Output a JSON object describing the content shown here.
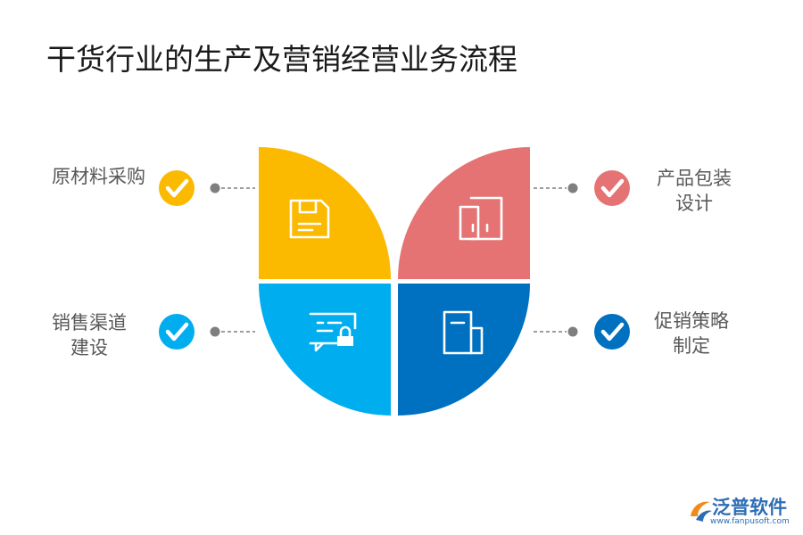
{
  "title": "干货行业的生产及营销经营业务流程",
  "items": [
    {
      "id": "top-left",
      "label_lines": [
        "原材料采购"
      ],
      "color": "#FBBA00",
      "check_color": "#FBBA00",
      "icon": "floppy-disk-icon"
    },
    {
      "id": "top-right",
      "label_lines": [
        "产品包装",
        "设计"
      ],
      "color": "#E57373",
      "check_color": "#E57373",
      "icon": "door-panels-icon"
    },
    {
      "id": "bottom-left",
      "label_lines": [
        "销售渠道",
        "建设"
      ],
      "color": "#00AEEF",
      "check_color": "#00AEEF",
      "icon": "message-lock-icon"
    },
    {
      "id": "bottom-right",
      "label_lines": [
        "促销策略",
        "制定"
      ],
      "color": "#0070C0",
      "check_color": "#0070C0",
      "icon": "document-icon"
    }
  ],
  "logo": {
    "name": "泛普软件",
    "url": "www.fanpusoft.com"
  }
}
